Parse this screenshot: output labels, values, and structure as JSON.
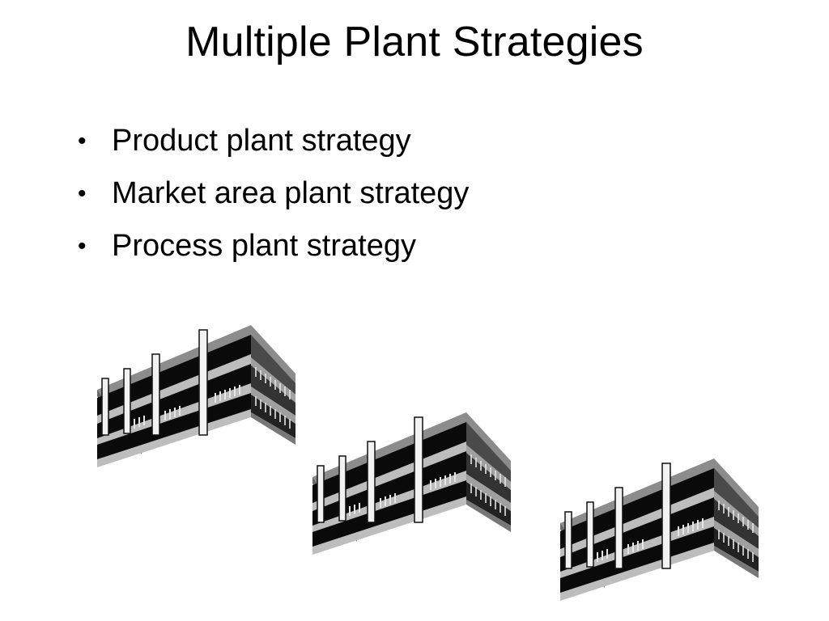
{
  "slide": {
    "title": "Multiple Plant Strategies",
    "bullets": [
      "Product plant strategy",
      "Market area plant strategy",
      "Process plant strategy"
    ],
    "bullet_glyph": "•"
  },
  "images": [
    {
      "name": "factory-building-image-1"
    },
    {
      "name": "factory-building-image-2"
    },
    {
      "name": "factory-building-image-3"
    }
  ]
}
